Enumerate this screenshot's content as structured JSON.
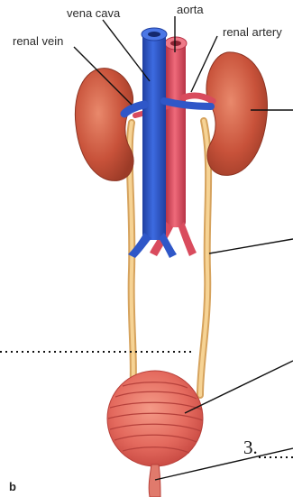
{
  "labels": {
    "vena_cava": "vena cava",
    "aorta": "aorta",
    "renal_vein": "renal vein",
    "renal_artery": "renal artery",
    "number_3": "3.",
    "panel": "b"
  },
  "colors": {
    "kidney": "#c8523a",
    "vein": "#2f57c8",
    "artery": "#d94b5d",
    "ureter": "#f0c47e",
    "bladder": "#e46a5e",
    "leader_line": "#111111"
  }
}
